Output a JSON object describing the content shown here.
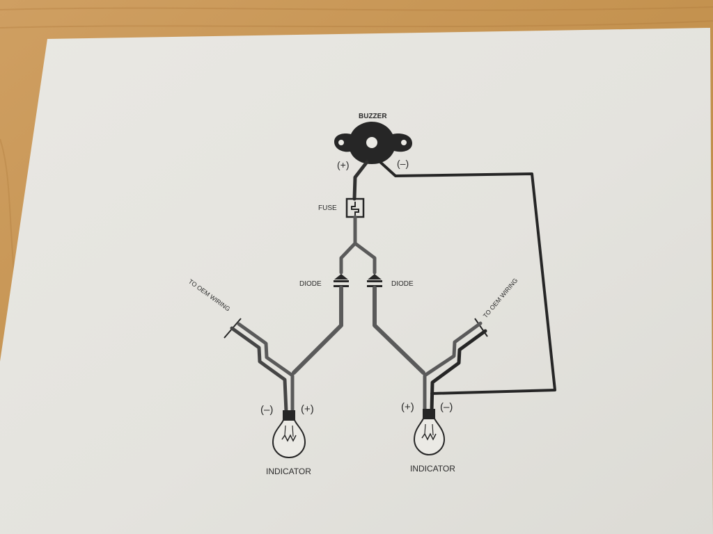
{
  "diagram": {
    "labels": {
      "buzzer": "BUZZER",
      "buzzer_pos": "(+)",
      "buzzer_neg": "(–)",
      "fuse": "FUSE",
      "diode_left": "DIODE",
      "diode_right": "DIODE",
      "oem_left": "TO OEM WIRING",
      "oem_right": "TO OEM WIRING",
      "left_neg": "(–)",
      "left_pos": "(+)",
      "right_pos": "(+)",
      "right_neg": "(–)",
      "indicator_left": "INDICATOR",
      "indicator_right": "INDICATOR"
    },
    "colors": {
      "paper": "#ebeae5",
      "wire_dark": "#262626",
      "wire_grey": "#5a5a5a",
      "table": "#c99a5e"
    }
  }
}
